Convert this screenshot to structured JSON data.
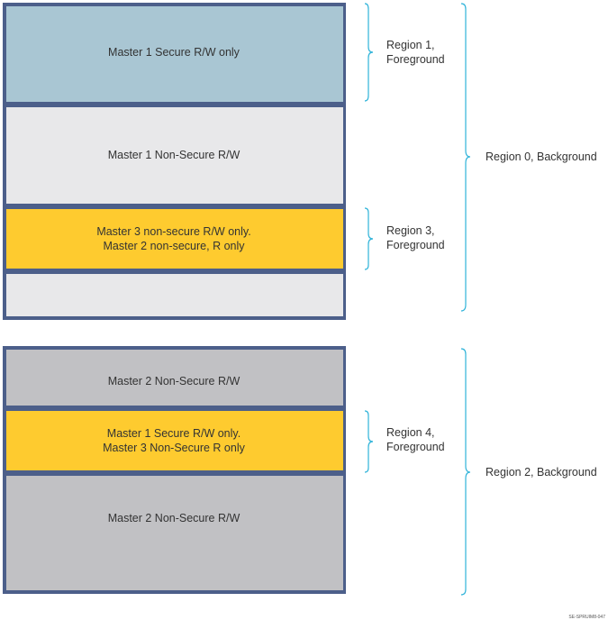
{
  "colors": {
    "border": "#4c5f8a",
    "secure_blue": "#a9c6d3",
    "light_gray": "#e8e8ea",
    "gold": "#fecb2f",
    "mid_gray": "#c1c1c4",
    "brace": "#2fb3d9",
    "text": "#333333"
  },
  "upper_stack": {
    "region1_block": {
      "label": "Master 1 Secure R/W only"
    },
    "non_secure_block": {
      "label": "Master 1 Non-Secure R/W"
    },
    "region3_block": {
      "line1": "Master 3 non-secure R/W only.",
      "line2": "Master 2 non-secure, R only"
    }
  },
  "lower_stack": {
    "top_block": {
      "label": "Master 2 Non-Secure R/W"
    },
    "region4_block": {
      "line1": "Master 1 Secure R/W only.",
      "line2": "Master 3 Non-Secure R only"
    },
    "bottom_block": {
      "label": "Master 2 Non-Secure R/W"
    }
  },
  "region_labels": {
    "region1": {
      "line1": "Region 1,",
      "line2": "Foreground"
    },
    "region3": {
      "line1": "Region 3,",
      "line2": "Foreground"
    },
    "region4": {
      "line1": "Region 4,",
      "line2": "Foreground"
    },
    "region0": {
      "text": "Region 0, Background"
    },
    "region2": {
      "text": "Region 2, Background"
    }
  },
  "figure_id": "SE-SPRUIM8-047"
}
